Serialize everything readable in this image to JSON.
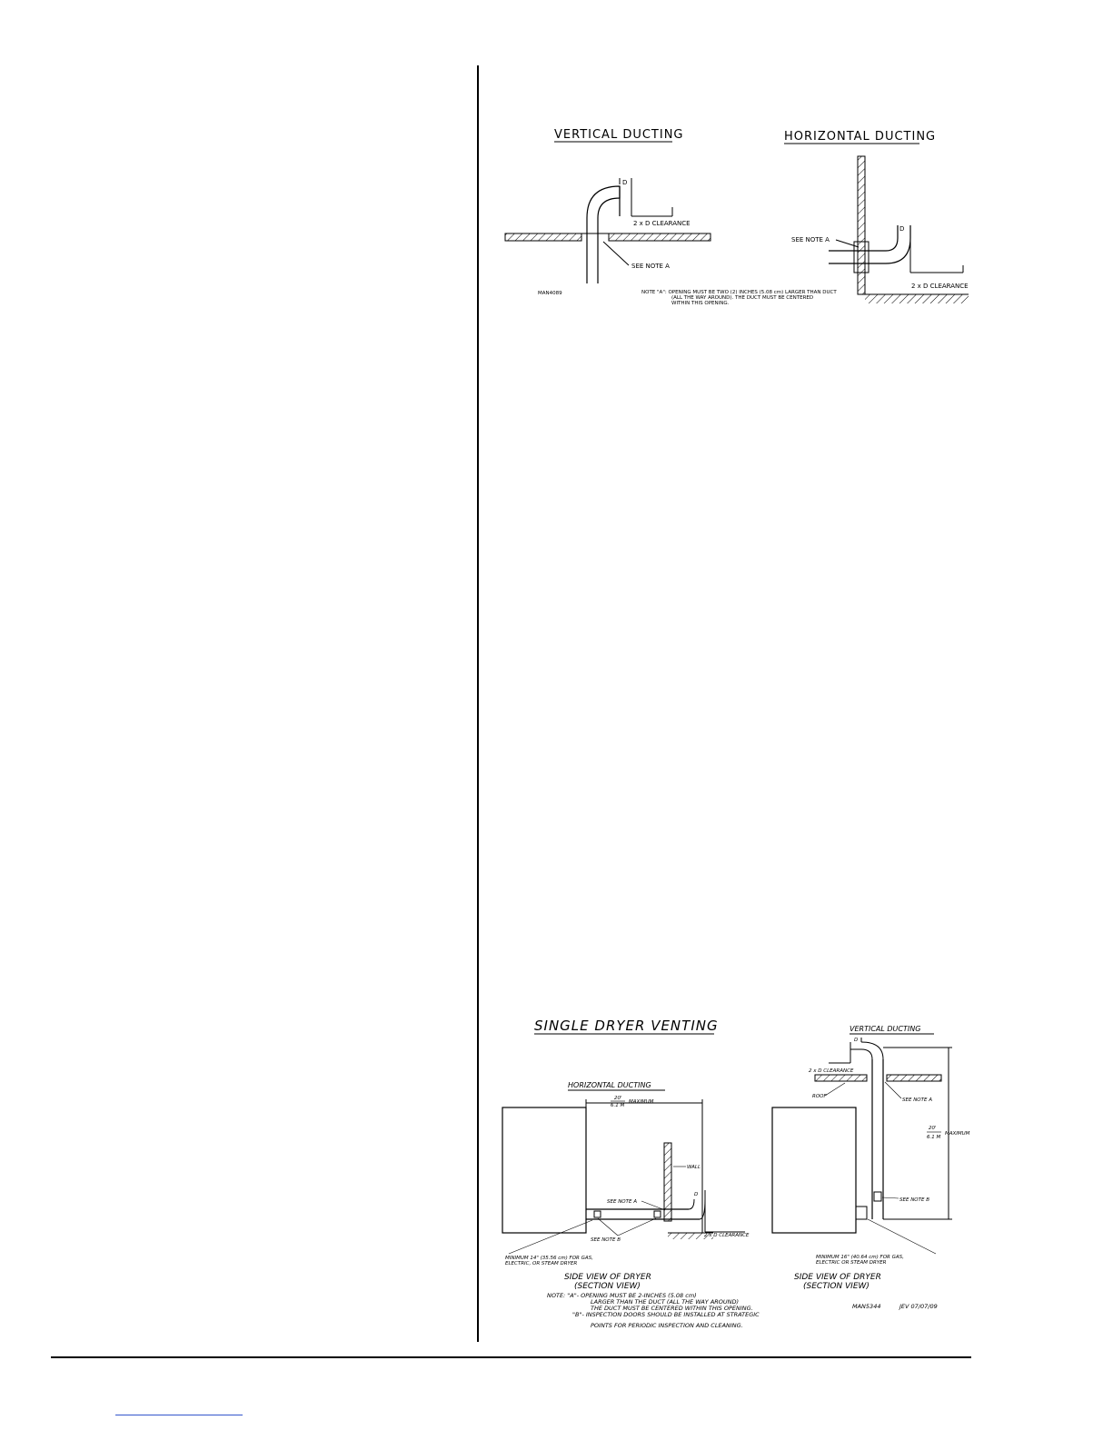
{
  "top_diagram": {
    "vertical_title": "VERTICAL DUCTING",
    "horizontal_title": "HORIZONTAL DUCTING",
    "d_label": "D",
    "clearance_label": "2 x D CLEARANCE",
    "see_note_a": "SEE NOTE A",
    "drawing_number": "MAN4089",
    "note_lines": [
      "NOTE \"A\": OPENING MUST BE TWO (2) INCHES (5.08 cm) LARGER THAN DUCT",
      "(ALL THE WAY AROUND). THE DUCT MUST BE CENTERED",
      "WITHIN THIS OPENING."
    ]
  },
  "bottom_diagram": {
    "title": "SINGLE DRYER VENTING",
    "horizontal_title": "HORIZONTAL DUCTING",
    "vertical_title": "VERTICAL DUCTING",
    "max_feet": "20'",
    "max_meters": "6.1 M",
    "maximum": "MAXIMUM",
    "wall": "WALL",
    "roof": "ROOF",
    "see_note_a": "SEE NOTE A",
    "see_note_b": "SEE NOTE B",
    "d_label": "D",
    "clearance_label": "2 x D CLEARANCE",
    "left_minimum": [
      "MINIMUM 14\" (35.56 cm) FOR GAS,",
      "ELECTRIC, OR STEAM DRYER"
    ],
    "right_minimum": [
      "MINIMUM 16\" (40.64 cm) FOR GAS,",
      "ELECTRIC OR STEAM DRYER"
    ],
    "side_view": "SIDE VIEW OF DRYER",
    "section_view": "(SECTION VIEW)",
    "drawing_number": "MAN5344",
    "revision": "JEV 07/07/09",
    "notes": [
      "NOTE: \"A\"- OPENING MUST BE 2-INCHES (5.08 cm)",
      "LARGER THAN THE DUCT (ALL THE WAY AROUND)",
      "THE DUCT MUST BE CENTERED WITHIN THIS OPENING.",
      "\"B\"- INSPECTION DOORS SHOULD BE INSTALLED AT STRATEGIC",
      "POINTS FOR PERIODIC INSPECTION AND CLEANING."
    ]
  }
}
